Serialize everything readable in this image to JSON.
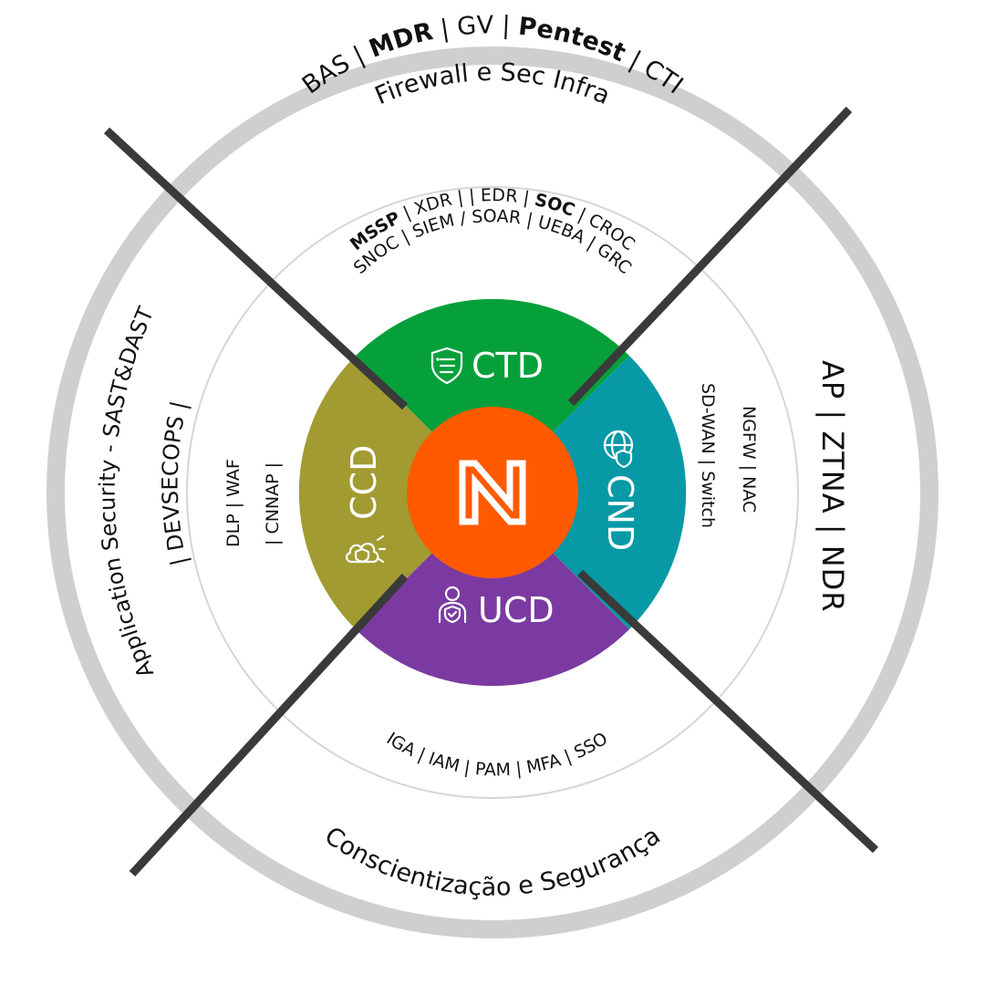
{
  "colors": {
    "outer_ring": "#cfcfcf",
    "ctd": "#06a03a",
    "cnd": "#0799a5",
    "ucd": "#7b3aa1",
    "ccd": "#a19b32",
    "center": "#ff5a00",
    "lines": "#3a3a3a"
  },
  "outer_ring": {
    "top_line1": [
      "BAS | ",
      "MDR",
      " | GV | ",
      "Pentest",
      " | CTI"
    ],
    "top_line2": "Firewall e Sec Infra",
    "left_line1": "Application Security - SAST&DAST",
    "left_line2": "| DEVSECOPS |",
    "right": "AP | ZTNA | NDR",
    "bottom": "Conscientização e Segurança"
  },
  "inner_ring": {
    "top_line1": [
      "MSSP",
      " | XDR | | EDR | ",
      "SOC",
      " | CROC"
    ],
    "top_line2": "SNOC | SIEM / SOAR | UEBA | GRC",
    "left_line1": "DLP | WAF",
    "left_line2": "| CNNAP |",
    "right_line1": "NGFW | NAC",
    "right_line2": "SD-WAN | Switch",
    "bottom": "IGA | IAM | PAM | MFA | SSO"
  },
  "segments": {
    "ctd": {
      "label": "CTD",
      "icon": "shield-list-icon"
    },
    "cnd": {
      "label": "CND",
      "icon": "globe-shield-icon"
    },
    "ucd": {
      "label": "UCD",
      "icon": "user-shield-icon"
    },
    "ccd": {
      "label": "CCD",
      "icon": "cloud-shield-icon"
    }
  },
  "center": {
    "icon": "n-logo"
  }
}
